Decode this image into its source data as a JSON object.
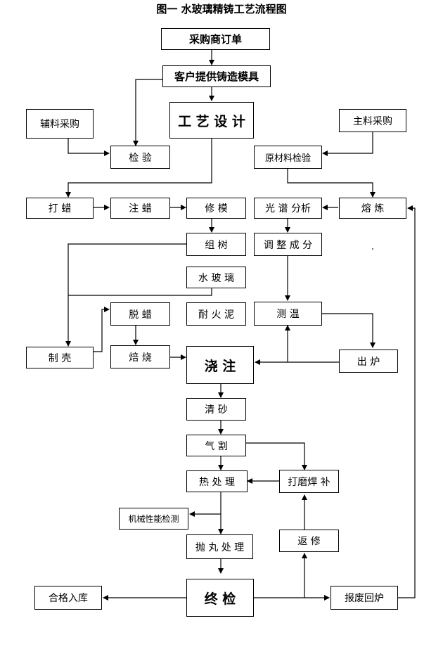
{
  "title": "图一 水玻璃精铸工艺流程图",
  "nodes": {
    "order": "采购商订单",
    "mold": "客户提供铸造模具",
    "design": "工 艺 设 计",
    "aux": "辅料采购",
    "main_buy": "主料采购",
    "inspect": "检 验",
    "raw": "原材料检验",
    "wax": "打 蜡",
    "inject": "注 蜡",
    "repair_mold": "修 模",
    "spectro": "光 谱 分析",
    "melt": "熔 炼",
    "tree": "组 树",
    "adjust": "调 整 成 分",
    "glass": "水 玻 璃",
    "dewax": "脱 蜡",
    "fireclay": "耐 火 泥",
    "temp": "测 温",
    "shell": "制 壳",
    "roast": "焙 烧",
    "pour": "浇 注",
    "tap": "出 炉",
    "sand": "清 砂",
    "cut": "气 割",
    "heat": "热 处 理",
    "grind": "打磨焊 补",
    "mech": "机械性能检测",
    "shot": "抛 丸 处 理",
    "rework": "返 修",
    "pass": "合格入库",
    "final": "终 检",
    "scrap": "报废回炉"
  }
}
